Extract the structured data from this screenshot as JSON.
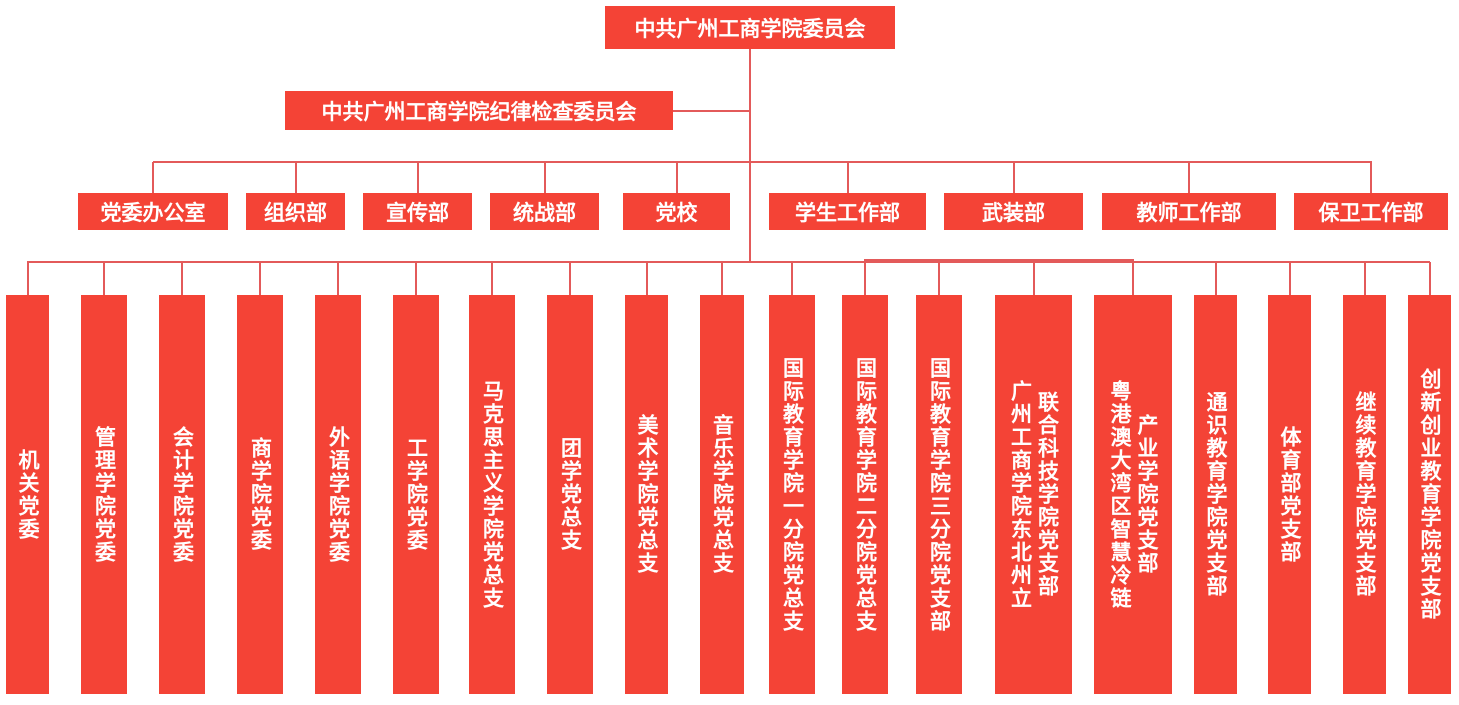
{
  "top": "中共广州工商学院委员会",
  "discipline": "中共广州工商学院纪律检查委员会",
  "departments": [
    "党委办公室",
    "组织部",
    "宣传部",
    "统战部",
    "党校",
    "学生工作部",
    "武装部",
    "教师工作部",
    "保卫工作部"
  ],
  "units": [
    [
      "机关党委"
    ],
    [
      "管理学院党委"
    ],
    [
      "会计学院党委"
    ],
    [
      "商学院党委"
    ],
    [
      "外语学院党委"
    ],
    [
      "工学院党委"
    ],
    [
      "马克思主义学院党总支"
    ],
    [
      "团学党总支"
    ],
    [
      "美术学院党总支"
    ],
    [
      "音乐学院党总支"
    ],
    [
      "国际教育学院一分院党总支"
    ],
    [
      "国际教育学院二分院党总支"
    ],
    [
      "国际教育学院三分院党支部"
    ],
    [
      "广州工商学院东北州立",
      "联合科技学院党支部"
    ],
    [
      "粤港澳大湾区智慧冷链",
      "产业学院党支部"
    ],
    [
      "通识教育学院党支部"
    ],
    [
      "体育部党支部"
    ],
    [
      "继续教育学院党支部"
    ],
    [
      "创新创业教育学院党支部"
    ]
  ],
  "colors": {
    "box": "#f44336",
    "line": "#e35a5a"
  }
}
